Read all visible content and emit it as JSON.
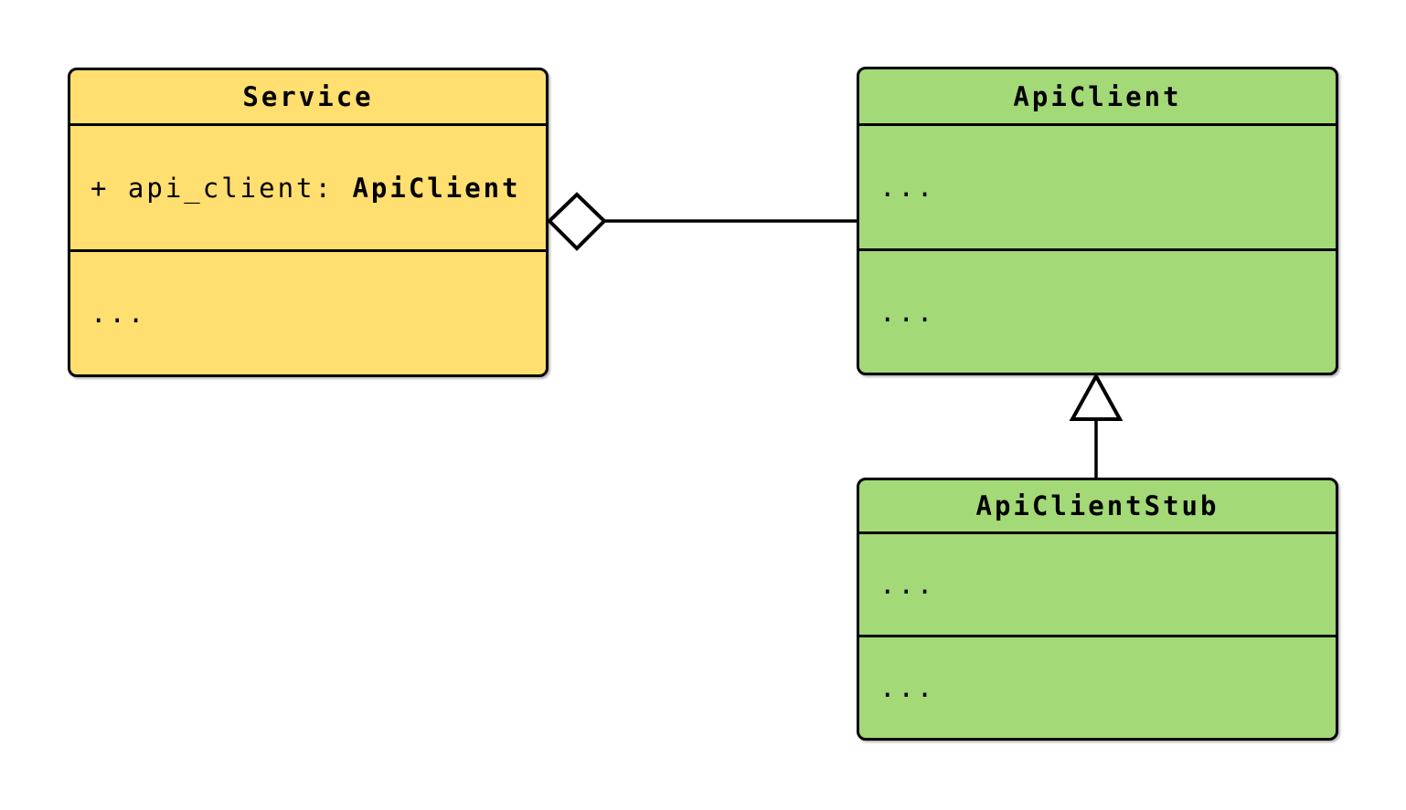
{
  "diagram": {
    "kind": "uml-class-diagram",
    "classes": {
      "service": {
        "title": "Service",
        "attribute_name": "+ api_client: ",
        "attribute_type": "ApiClient",
        "methods_placeholder": "...",
        "fill": "#FFDF70"
      },
      "api_client": {
        "title": "ApiClient",
        "attributes_placeholder": "...",
        "methods_placeholder": "...",
        "fill": "#A3D977"
      },
      "api_client_stub": {
        "title": "ApiClientStub",
        "attributes_placeholder": "...",
        "methods_placeholder": "...",
        "fill": "#A3D977"
      }
    },
    "relations": [
      {
        "type": "aggregation",
        "owner": "Service",
        "part": "ApiClient",
        "marker": "hollow-diamond"
      },
      {
        "type": "inheritance",
        "child": "ApiClientStub",
        "parent": "ApiClient",
        "marker": "hollow-triangle"
      }
    ],
    "colors": {
      "service_fill": "#FFDF70",
      "client_fill": "#A3D977",
      "border": "#000000",
      "background": "#FFFFFF"
    }
  }
}
